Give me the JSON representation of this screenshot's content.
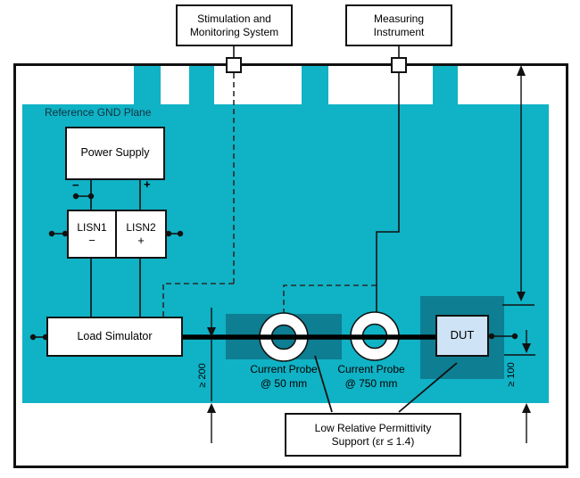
{
  "external": {
    "stimulation": {
      "line1": "Stimulation and",
      "line2": "Monitoring System"
    },
    "measuring": {
      "line1": "Measuring",
      "line2": "Instrument"
    }
  },
  "plane": {
    "label": "Reference GND Plane"
  },
  "boxes": {
    "power_supply": "Power Supply",
    "lisn1": {
      "name": "LISN1",
      "polarity": "−"
    },
    "lisn2": {
      "name": "LISN2",
      "polarity": "+"
    },
    "load_simulator": "Load Simulator",
    "dut": "DUT"
  },
  "terminals": {
    "minus": "−",
    "plus": "+"
  },
  "probes": {
    "probe_50": {
      "line1": "Current Probe",
      "line2": "@ 50 mm"
    },
    "probe_750": {
      "line1": "Current Probe",
      "line2": "@ 750 mm"
    }
  },
  "support_label": {
    "line1": "Low Relative Permittivity",
    "line2": "Support (εr ≤ 1.4)"
  },
  "dimensions": {
    "harness_to_edge": "≥ 200",
    "dut_to_edge": "≥ 100"
  },
  "colors": {
    "ground_plane": "#10b2c5",
    "support": "#0e7e92",
    "dut_fill": "#cfe3f6",
    "line": "#111111"
  }
}
